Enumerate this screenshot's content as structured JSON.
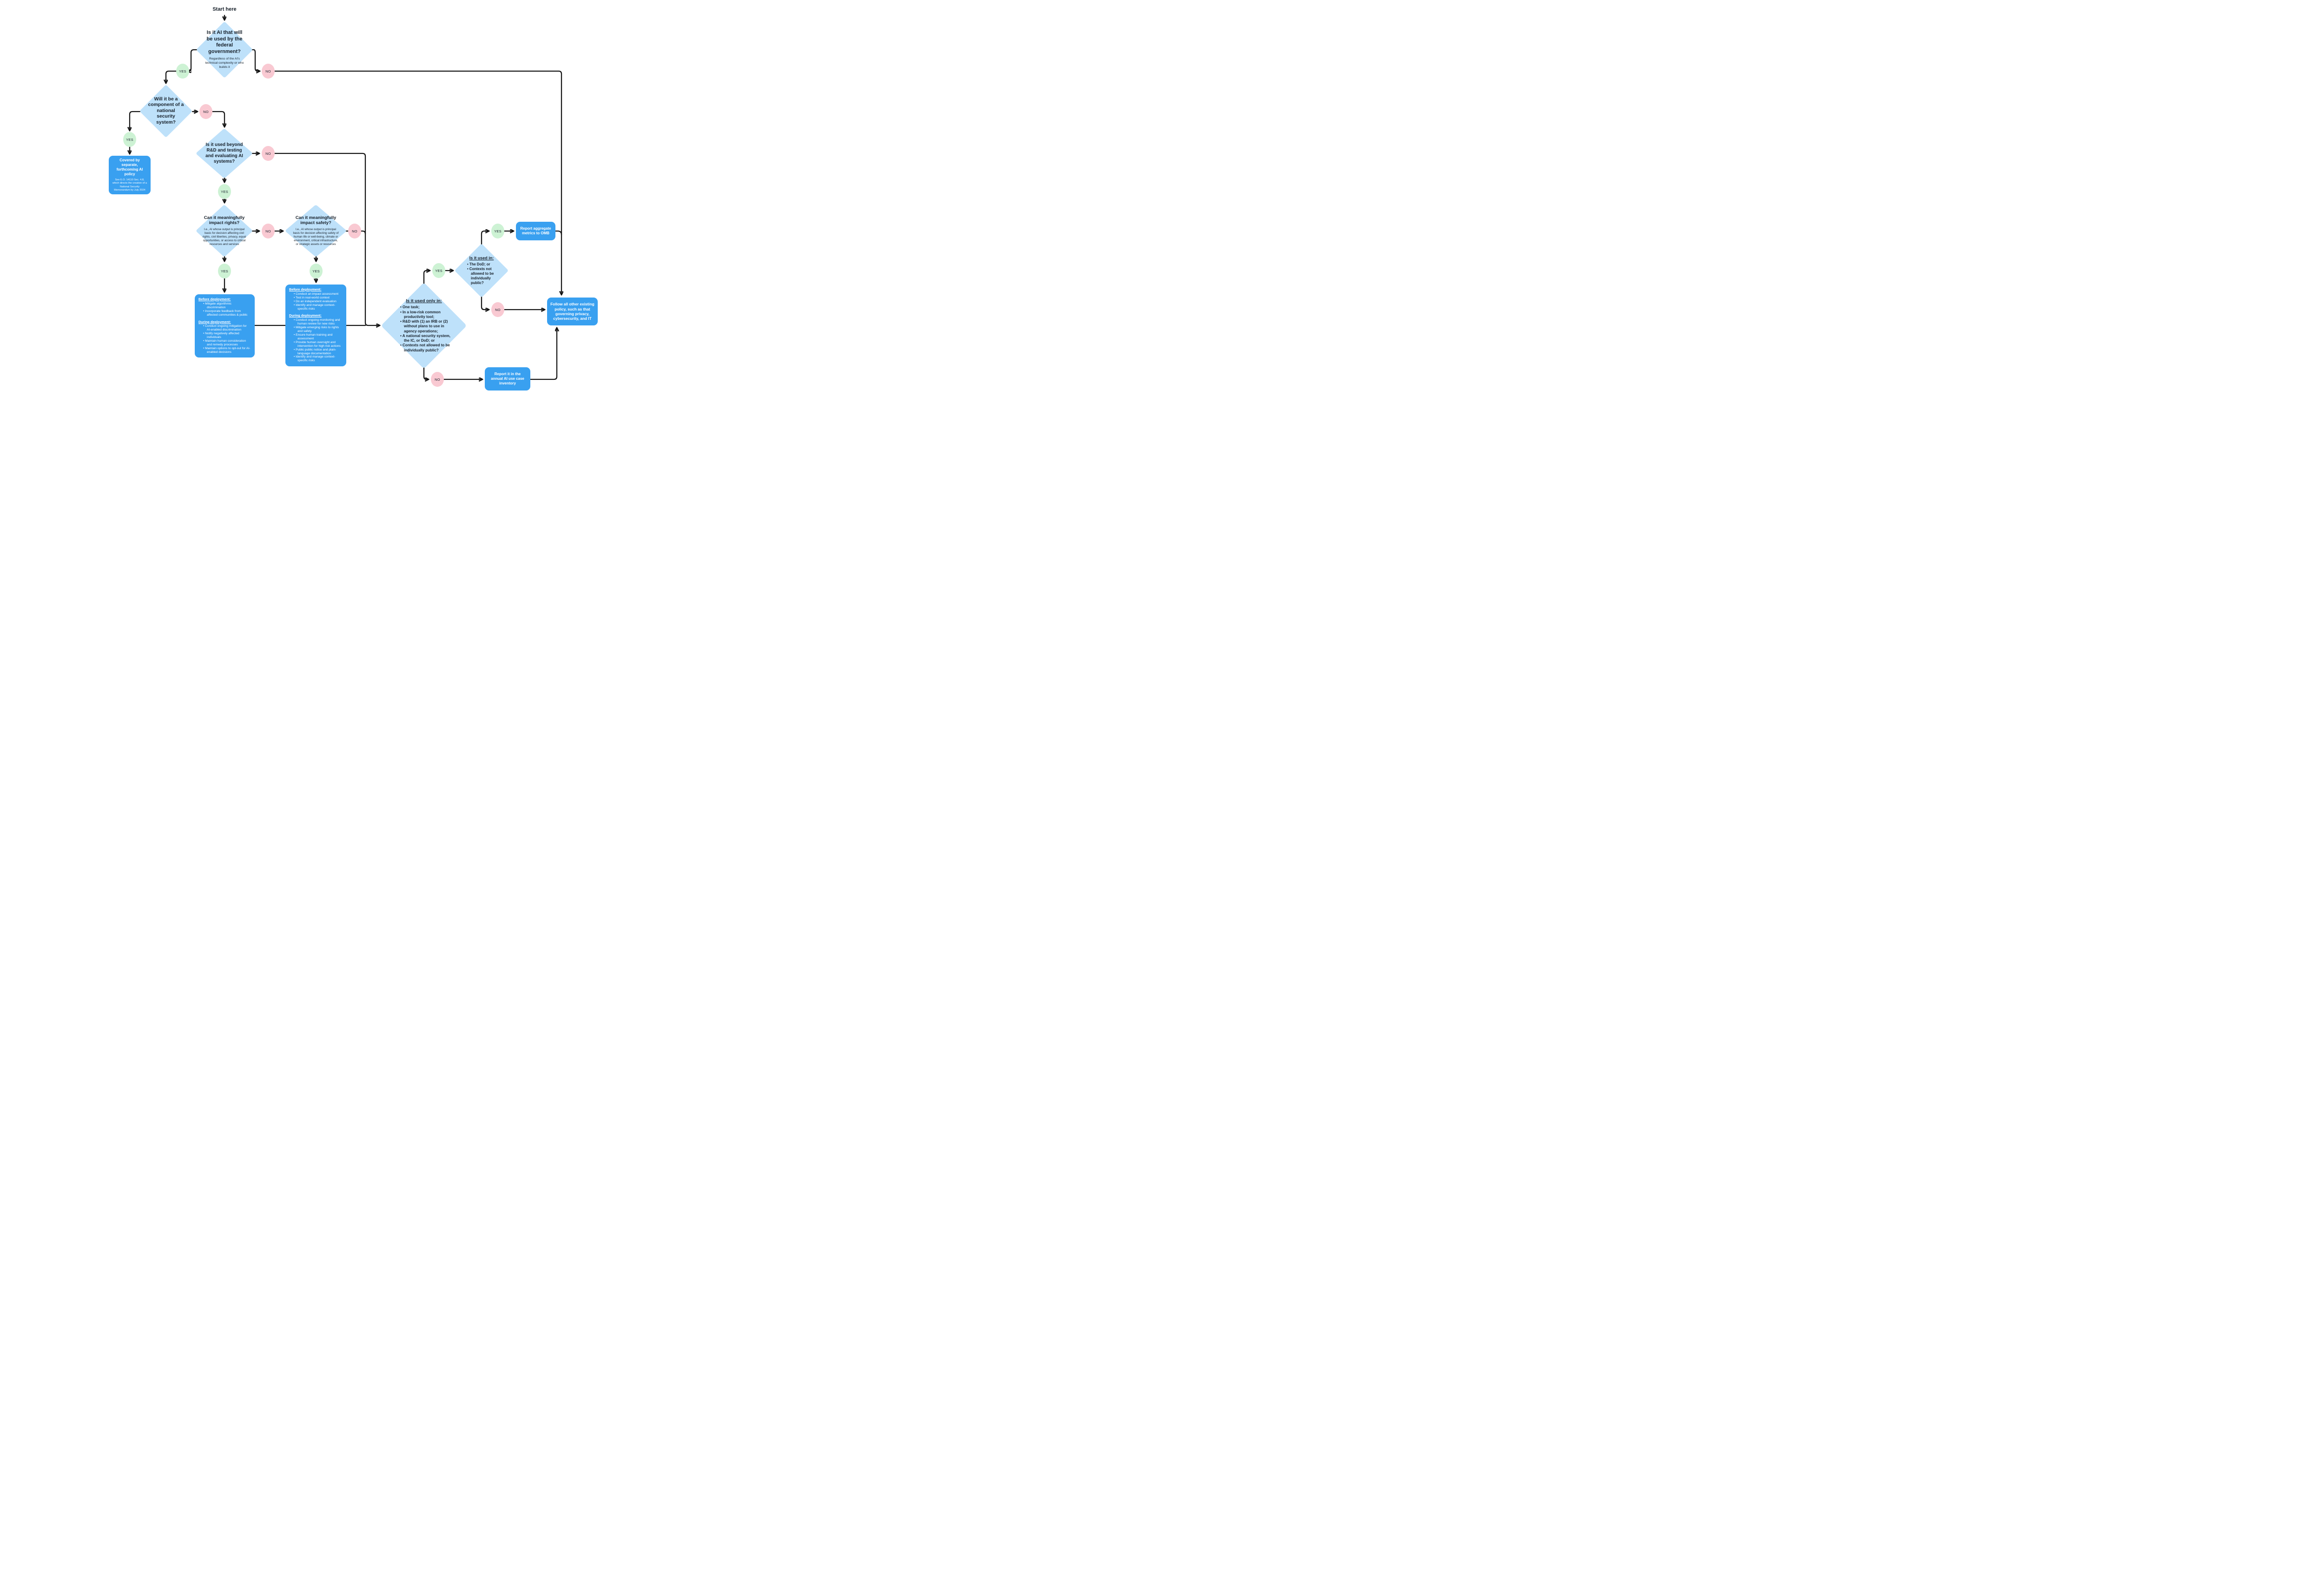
{
  "labels": {
    "yes": "YES",
    "no": "NO",
    "start": "Start here"
  },
  "colors": {
    "diamond": "#BEE1FA",
    "box": "#39A0F0",
    "boxtext": "#FFFFFF",
    "yes": "#CDF2D4",
    "no": "#F9C9D2",
    "line": "#141414",
    "ink": "#17202A"
  },
  "flow": {
    "q_federal": {
      "title": "Is it AI that will be used by the federal government?",
      "note": "Regardless of the AI's technical complexity or who builds it"
    },
    "q_nss": {
      "title": "Will it be a component of a national security system?"
    },
    "covered": {
      "title": "Covered by separate, forthcoming AI policy",
      "note": "See E.O. 14110 Sec. 4.8, which directs the creation of a National Security Memorandum by July 2024"
    },
    "q_rnd": {
      "title": "Is it used beyond R&D and testing and evaluating AI systems?"
    },
    "q_rights": {
      "title": "Can it meaningfully impact rights?",
      "note": "I.e., AI whose output is principal basis for decision affecting civil rights, civil liberties, privacy, equal opportunities, or access to critical resources and services"
    },
    "q_safety": {
      "title": "Can it meaningfully impact safety?",
      "note": "I.e., AI whose output is principal basis for decision affecting safety of human life or well-being, climate or environment, critical infrastructure, or strategic assets or resources"
    },
    "rights_obligations": {
      "before_header": "Before deployment:",
      "before_items": [
        "Mitigate algorithmic discrimination",
        "Incorporate feedback from affected communities & public"
      ],
      "during_header": "During deployment:",
      "during_items": [
        "Conduct ongoing mitigation for AI-enabled discrimination",
        "Notify negatively affected individuals",
        "Maintain human consideration and remedy processes",
        "Maintain options to opt-out for AI-enabled decisions"
      ]
    },
    "safety_obligations": {
      "before_header": "Before deployment:",
      "before_items": [
        "Conduct an impact assessment",
        "Test in real-world context",
        "Do an independent evaluation",
        "Identify and manage context-specific risks"
      ],
      "during_header": "During deployment:",
      "during_items": [
        "Conduct ongoing monitoring and human review for new risks",
        "Mitigate emerging risks to rights and safety",
        "Ensure human training and assessment",
        "Provide human oversight and intervention for high risk actions",
        "Public public notice and plain-language documentation",
        "Identify and manage context-specific risks"
      ]
    },
    "q_onlyin": {
      "header": "Is it used only in:",
      "items": [
        "One task;",
        "In a low-risk common productivity tool;",
        "R&D with (1) an IRB or (2) without plans to use in agency operations;",
        "A national security system, the IC, or DoD; or",
        "Contexts not allowed to be individually public?"
      ]
    },
    "q_usedin": {
      "header": "Is it used in:",
      "items": [
        "The DoD; or",
        "Contexts not allowed to be individually public?"
      ]
    },
    "metrics": {
      "title": "Report aggregate metrics to OMB"
    },
    "follow": {
      "title": "Follow all other existing policy, such as that governing privacy, cybersecurity, and IT"
    },
    "annual": {
      "title": "Report it in the annual AI use case inventory"
    }
  }
}
